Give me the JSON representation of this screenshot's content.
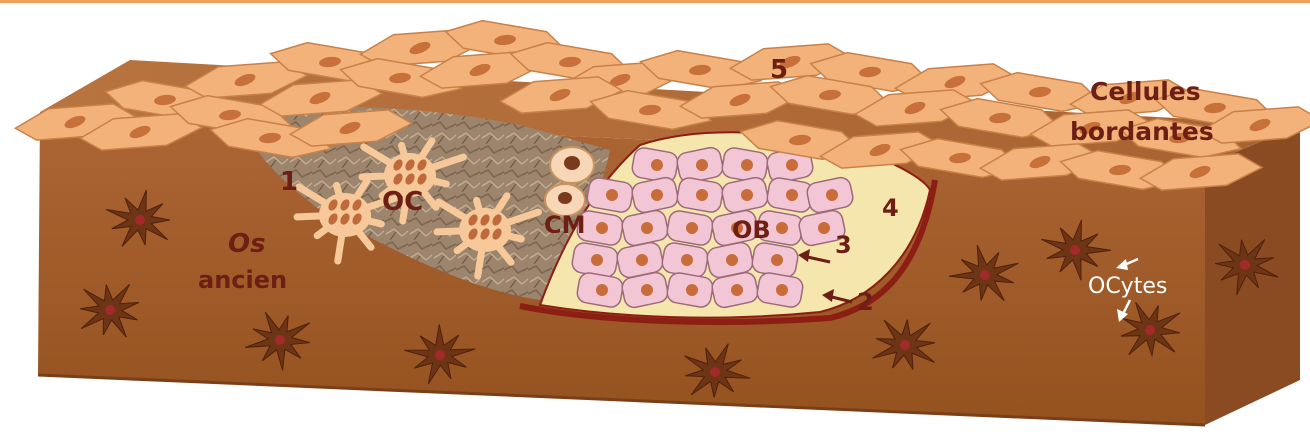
{
  "labels": {
    "one": "1",
    "two": "2",
    "three": "3",
    "four": "4",
    "five": "5",
    "oc": "OC",
    "cm": "CM",
    "ob": "OB",
    "os_line1": "Os",
    "os_line2": "ancien",
    "lining_line1": "Cellules",
    "lining_line2": "bordantes",
    "ocytes": "OCytes"
  },
  "colors": {
    "bone_top": "#b06a3a",
    "bone_front": "#a55f2e",
    "bone_side": "#8c4e24",
    "bone_bottom_edge": "#7a3f19",
    "lining_cell": "#f2b27a",
    "lining_nucleus": "#c8703a",
    "osteoclast_fill": "#f7c99a",
    "osteoblast_fill": "#f3c6d6",
    "osteoblast_nucleus": "#c86d3a",
    "matrix_fill": "#f3e4a8",
    "cavity_fill": "#a48e77",
    "osteocyte_fill": "#6e3416",
    "osteocyte_nucleus": "#a32a2a",
    "label_dark": "#6e1f14",
    "label_white": "#ffffff"
  }
}
